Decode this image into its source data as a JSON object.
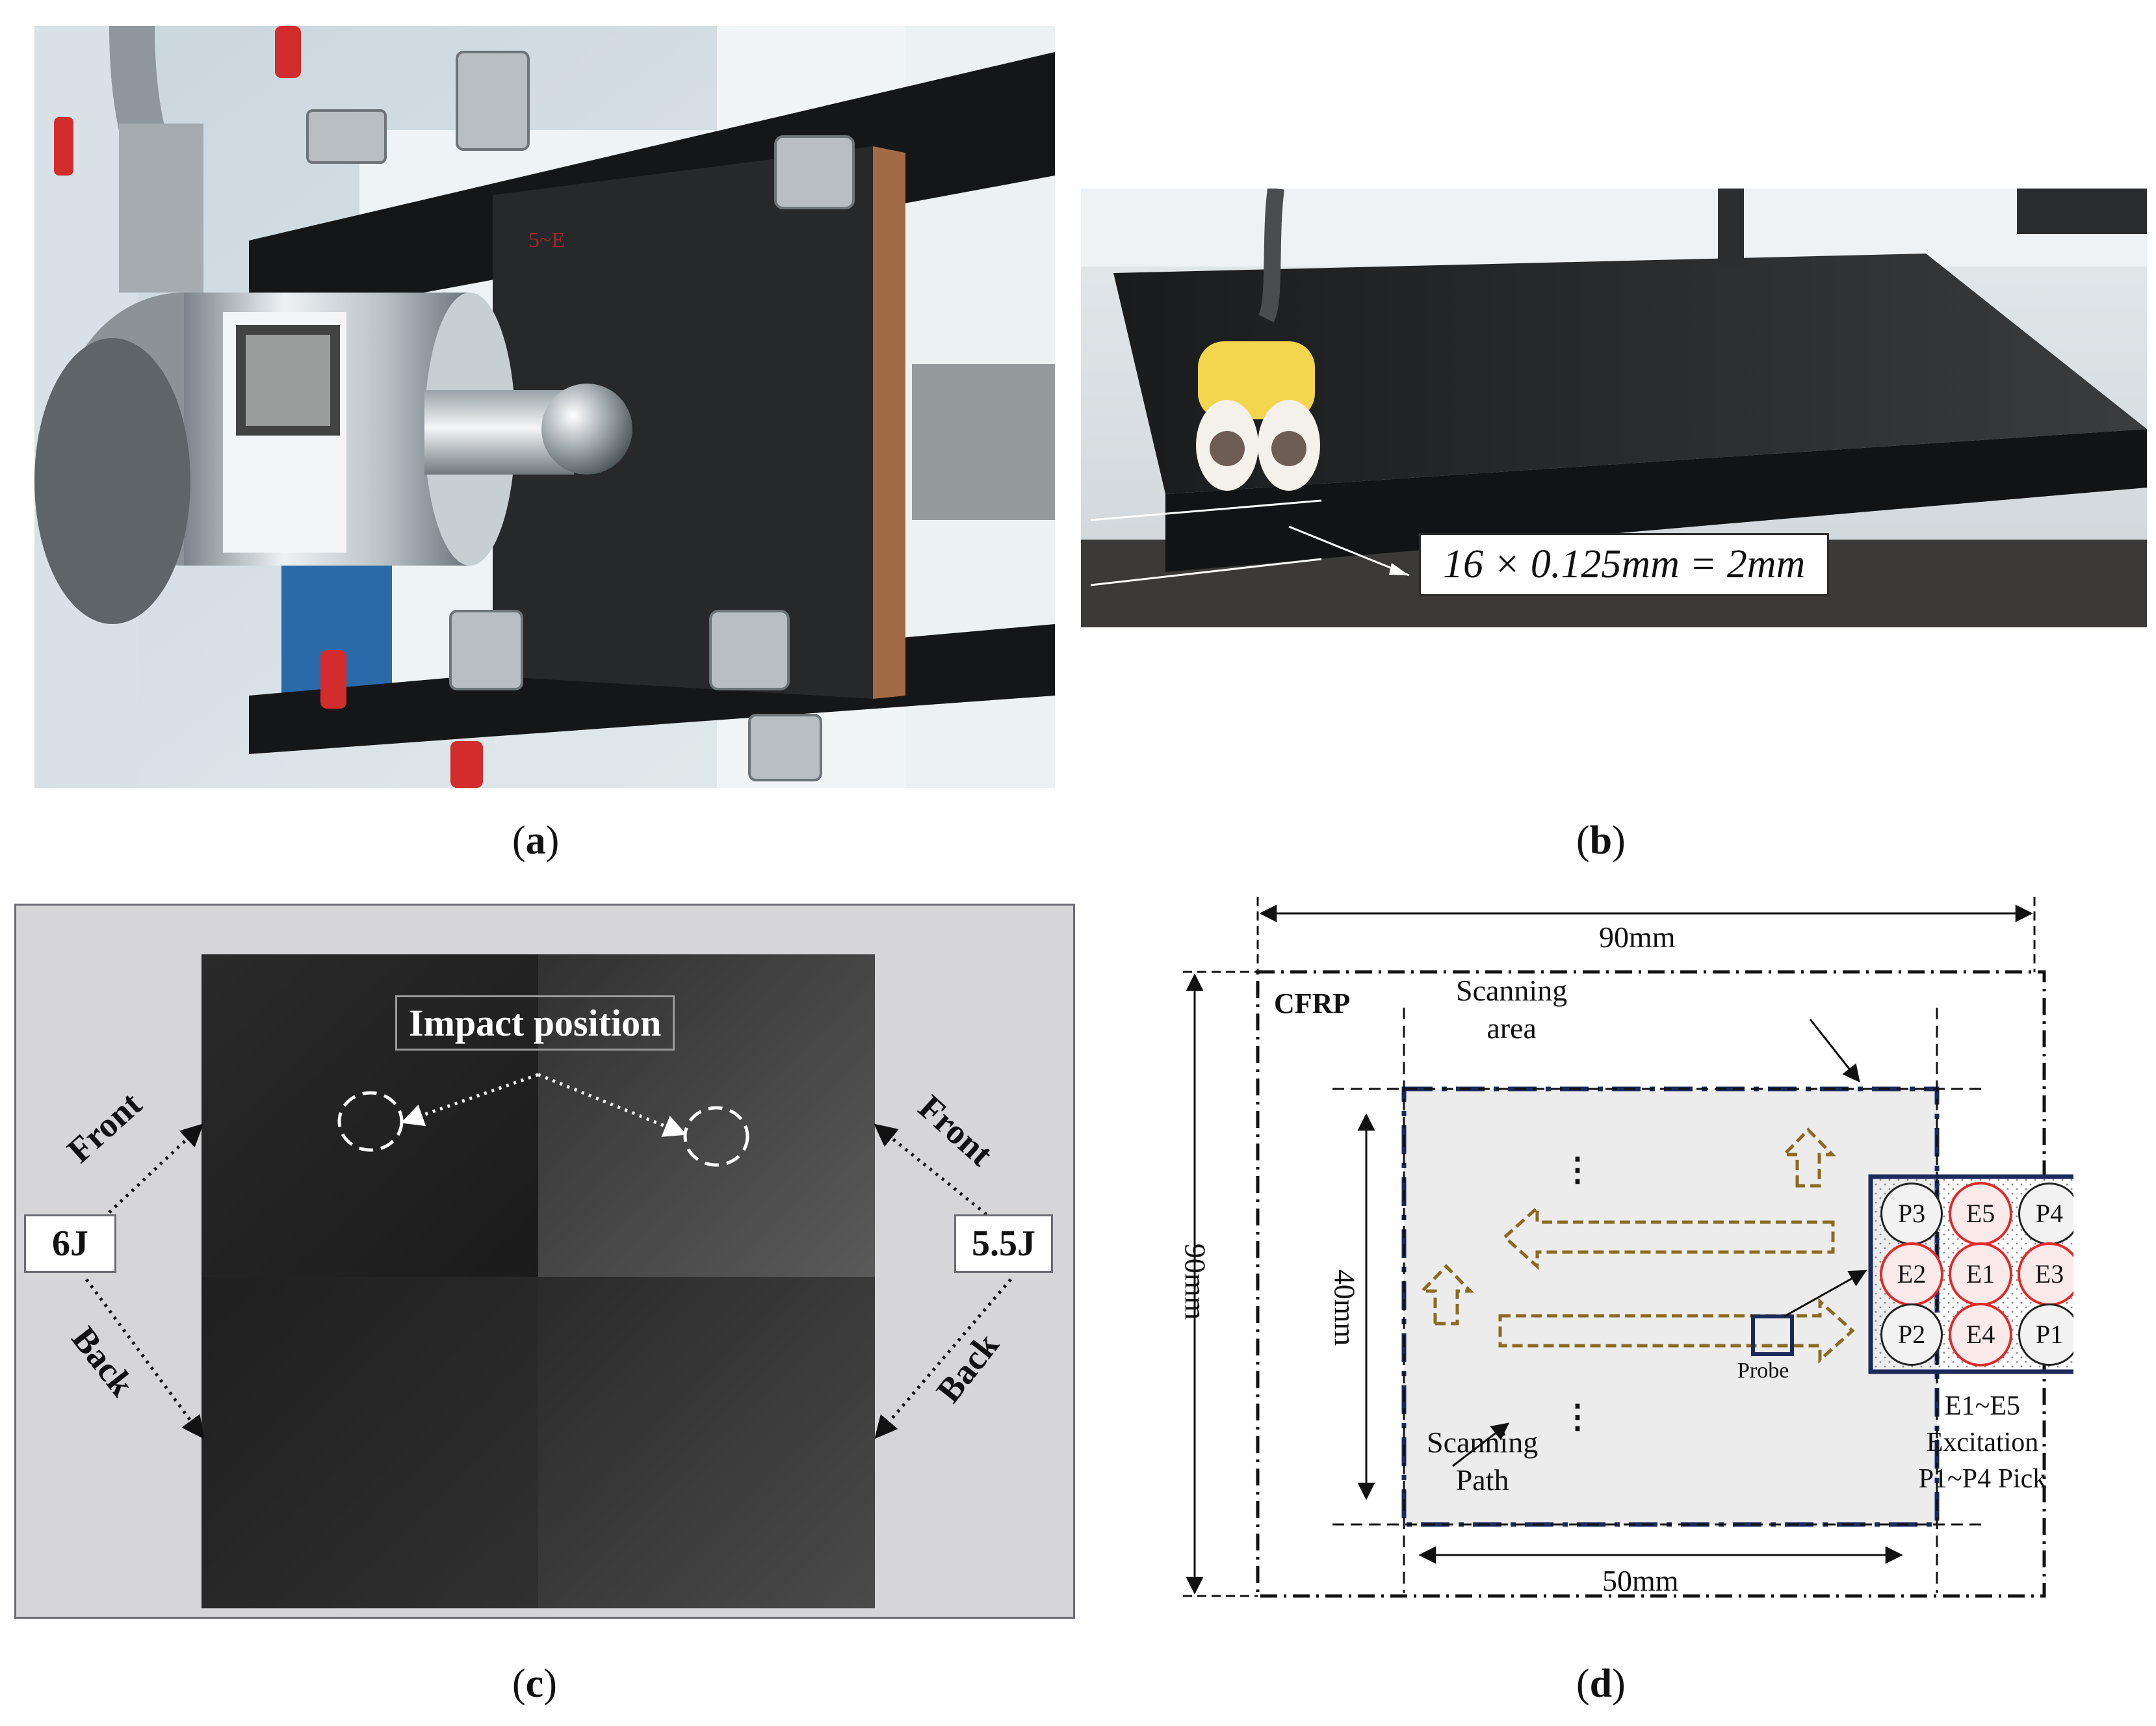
{
  "captions": {
    "a": "a",
    "b": "b",
    "c": "c",
    "d": "d"
  },
  "panel_b": {
    "formula": "16 × 0.125mm = 2mm"
  },
  "panel_c": {
    "impact_position": "Impact position",
    "left_energy": "6J",
    "right_energy": "5.5J",
    "front": "Front",
    "back": "Back"
  },
  "panel_d": {
    "width_dim": "90mm",
    "height_dim": "90mm",
    "material": "CFRP",
    "scanning_area": [
      "Scanning",
      "area"
    ],
    "scan_height": "40mm",
    "scan_width": "50mm",
    "scanning_path": [
      "Scanning",
      "Path"
    ],
    "probe": "Probe",
    "ellipsis": "⋮",
    "electrodes": [
      "P3",
      "E5",
      "P4",
      "E2",
      "E1",
      "E3",
      "P2",
      "E4",
      "P1"
    ],
    "legend": [
      "E1~E5",
      "Excitation",
      "P1~P4 Pick"
    ]
  }
}
